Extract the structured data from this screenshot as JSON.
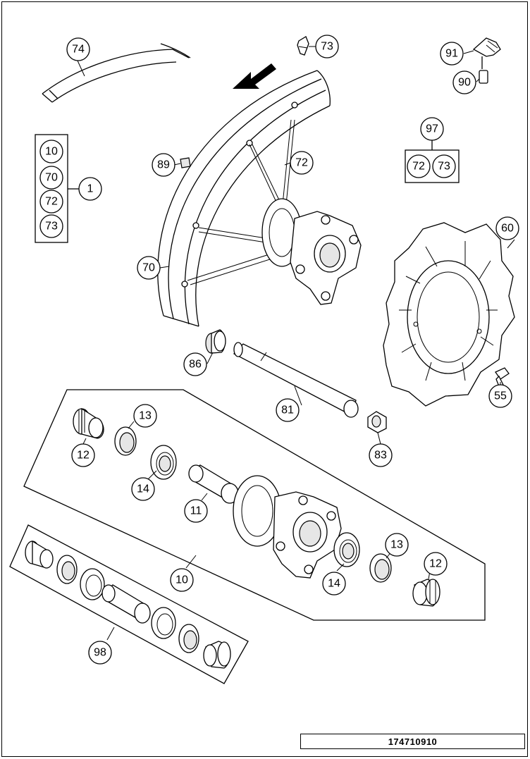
{
  "drawing_number": "174710910",
  "callouts": [
    {
      "id": "c74",
      "label": "74"
    },
    {
      "id": "c73a",
      "label": "73"
    },
    {
      "id": "c91",
      "label": "91"
    },
    {
      "id": "c90",
      "label": "90"
    },
    {
      "id": "c97",
      "label": "97"
    },
    {
      "id": "c72a",
      "label": "72"
    },
    {
      "id": "c73b",
      "label": "73"
    },
    {
      "id": "c10a",
      "label": "10"
    },
    {
      "id": "c70a",
      "label": "70"
    },
    {
      "id": "c72b",
      "label": "72"
    },
    {
      "id": "c73c",
      "label": "73"
    },
    {
      "id": "c1",
      "label": "1"
    },
    {
      "id": "c89",
      "label": "89"
    },
    {
      "id": "c72c",
      "label": "72"
    },
    {
      "id": "c60",
      "label": "60"
    },
    {
      "id": "c70b",
      "label": "70"
    },
    {
      "id": "c86",
      "label": "86"
    },
    {
      "id": "c55",
      "label": "55"
    },
    {
      "id": "c81",
      "label": "81"
    },
    {
      "id": "c13a",
      "label": "13"
    },
    {
      "id": "c12a",
      "label": "12"
    },
    {
      "id": "c83",
      "label": "83"
    },
    {
      "id": "c14a",
      "label": "14"
    },
    {
      "id": "c11",
      "label": "11"
    },
    {
      "id": "c13b",
      "label": "13"
    },
    {
      "id": "c12b",
      "label": "12"
    },
    {
      "id": "c10b",
      "label": "10"
    },
    {
      "id": "c14b",
      "label": "14"
    },
    {
      "id": "c98",
      "label": "98"
    }
  ]
}
